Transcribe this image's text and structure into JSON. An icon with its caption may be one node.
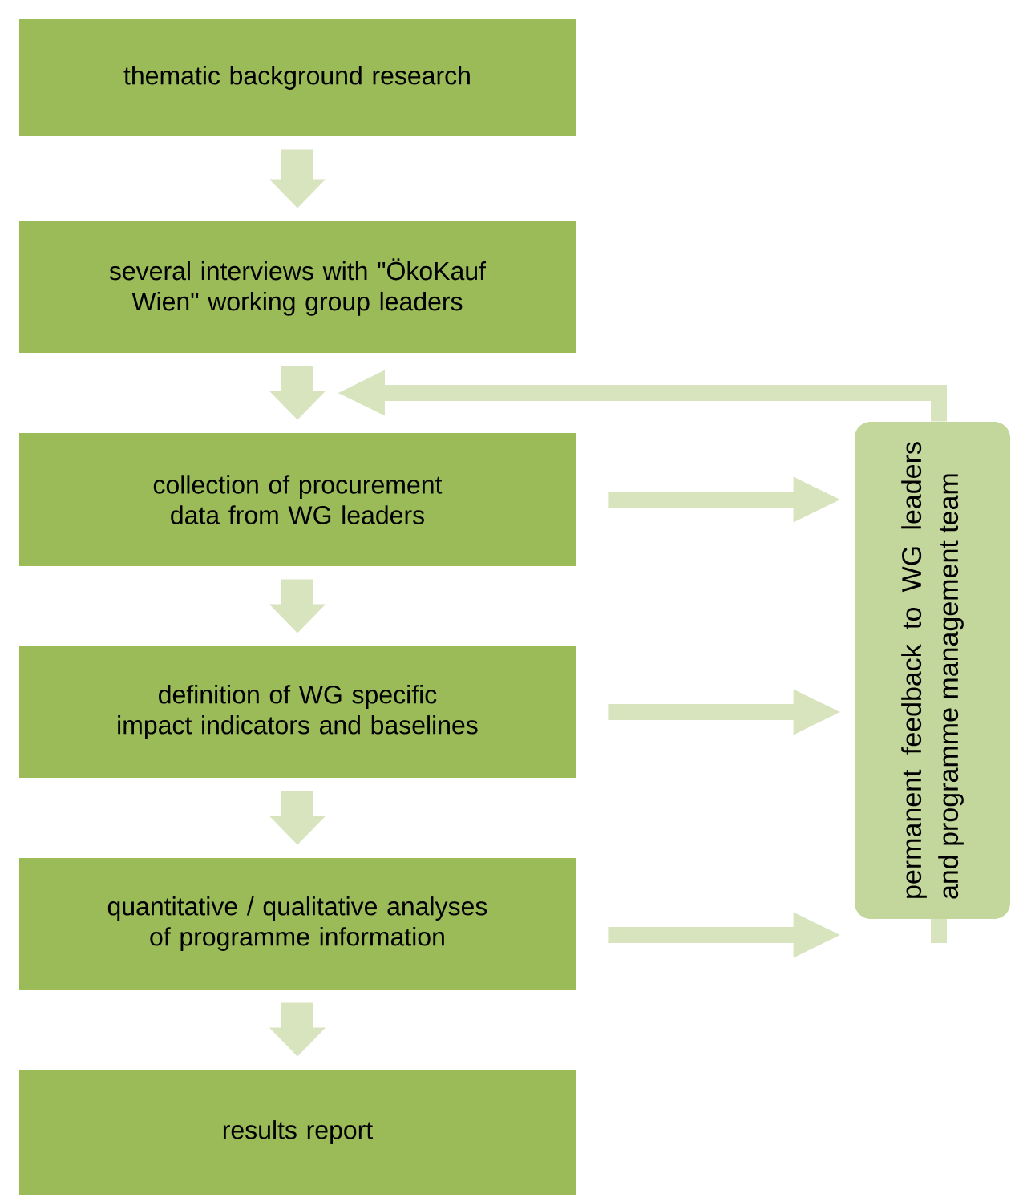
{
  "diagram": {
    "nodes": [
      {
        "text": [
          "thematic background research"
        ]
      },
      {
        "text": [
          "several interviews with \"ÖkoKauf Wien\" working group leaders"
        ]
      },
      {
        "text": [
          "collection of procurement data from WG leaders"
        ]
      },
      {
        "text": [
          "definition of WG specific impact indicators and baselines"
        ]
      },
      {
        "text": [
          "quantitative / qualitative analyses of programme information"
        ]
      },
      {
        "text": [
          "results report"
        ]
      },
      {
        "text": [
          "permanent feedback to WG leaders and programme management team"
        ]
      }
    ],
    "edges": [
      {
        "from": 0,
        "to": 1,
        "arrow": "to"
      },
      {
        "from": 1,
        "to": 2,
        "arrow": "to"
      },
      {
        "from": 2,
        "to": 3,
        "arrow": "to"
      },
      {
        "from": 3,
        "to": 4,
        "arrow": "to"
      },
      {
        "from": 4,
        "to": 5,
        "arrow": "to"
      },
      {
        "from": 2,
        "to": 6,
        "arrow": "to"
      },
      {
        "from": 3,
        "to": 6,
        "arrow": "to"
      },
      {
        "from": 4,
        "to": 6,
        "arrow": "to"
      },
      {
        "from": 6,
        "to": null,
        "arrow": "to"
      }
    ]
  }
}
